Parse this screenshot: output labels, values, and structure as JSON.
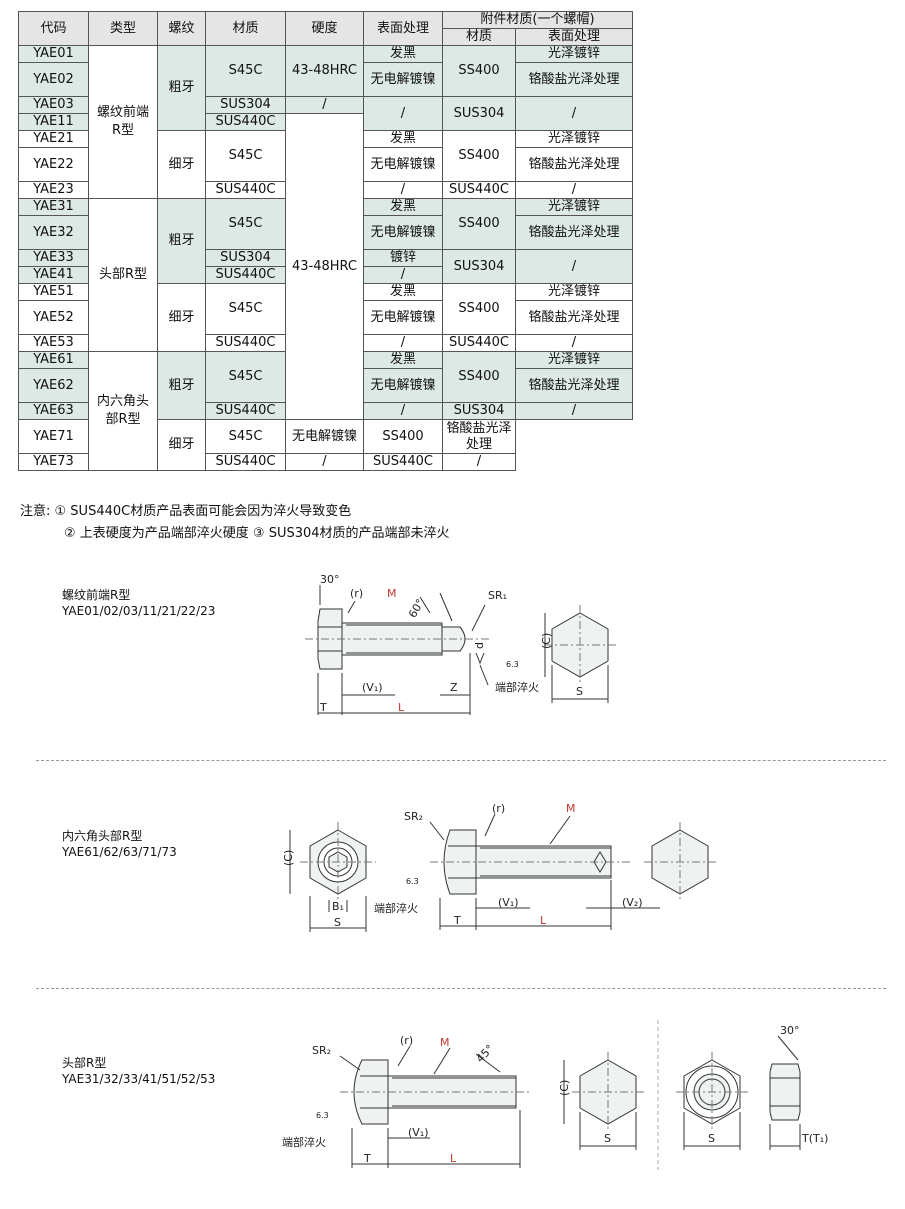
{
  "table": {
    "headers": {
      "code": "代码",
      "type": "类型",
      "thread": "螺纹",
      "material": "材质",
      "hardness": "硬度",
      "surface": "表面处理",
      "accessory": "附件材质(一个螺帽)",
      "acc_material": "材质",
      "acc_surface": "表面处理"
    },
    "types": {
      "t1": "螺纹前端\nR型",
      "t2": "头部R型",
      "t3": "内六角头\n部R型"
    },
    "threads": {
      "coarse": "粗牙",
      "fine": "细牙"
    },
    "values": {
      "s45c": "S45C",
      "sus304": "SUS304",
      "sus440c": "SUS440C",
      "slash": "/",
      "hrc": "43-48HRC",
      "black": "发黑",
      "nickel": "无电解镀镍",
      "zinc": "镀锌",
      "ss400": "SS400",
      "bright_zinc": "光泽镀锌",
      "chromate": "铬酸盐光泽处理"
    },
    "codes": [
      "YAE01",
      "YAE02",
      "YAE03",
      "YAE11",
      "YAE21",
      "YAE22",
      "YAE23",
      "YAE31",
      "YAE32",
      "YAE33",
      "YAE41",
      "YAE51",
      "YAE52",
      "YAE53",
      "YAE61",
      "YAE62",
      "YAE63",
      "YAE71",
      "YAE73"
    ]
  },
  "notes": {
    "line1": "注意: ① SUS440C材质产品表面可能会因为淬火导致变色",
    "line2": "② 上表硬度为产品端部淬火硬度 ③ SUS304材质的产品端部未淬火"
  },
  "diagrams": {
    "d1": {
      "title": "螺纹前端R型",
      "codes": "YAE01/02/03/11/21/22/23"
    },
    "d2": {
      "title": "内六角头部R型",
      "codes": "YAE61/62/63/71/73"
    },
    "d3": {
      "title": "头部R型",
      "codes": "YAE31/32/33/41/51/52/53"
    },
    "dims": {
      "angle30": "30°",
      "r": "(r)",
      "m": "M",
      "angle60": "60°",
      "angle45": "45°",
      "sr1": "SR₁",
      "sr2": "SR₂",
      "d": "d",
      "ra": "6.3",
      "v1": "(V₁)",
      "v2": "(V₂)",
      "z": "Z",
      "t": "T",
      "l": "L",
      "c": "(C)",
      "s": "S",
      "b1": "B₁",
      "harden": "端部淬火",
      "tt1": "T(T₁)"
    }
  }
}
